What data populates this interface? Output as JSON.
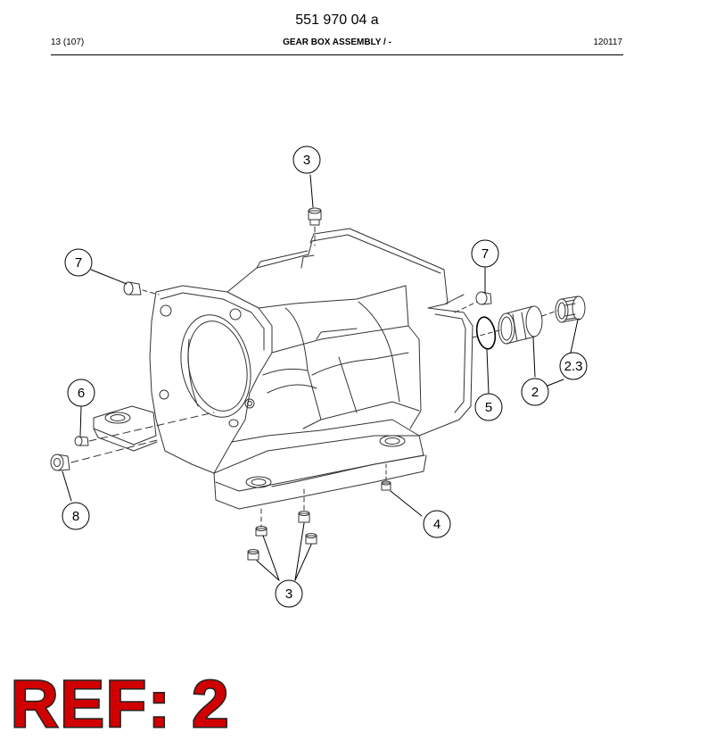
{
  "header": {
    "doc_number": "551 970 04 a",
    "page_count": "13 (107)",
    "section_title": "GEAR BOX ASSEMBLY / -",
    "date_code": "120117"
  },
  "callouts": [
    {
      "id": "3-top",
      "label": "3"
    },
    {
      "id": "7-left",
      "label": "7"
    },
    {
      "id": "7-right",
      "label": "7"
    },
    {
      "id": "2-3",
      "label": "2.3"
    },
    {
      "id": "6",
      "label": "6"
    },
    {
      "id": "2",
      "label": "2"
    },
    {
      "id": "5",
      "label": "5"
    },
    {
      "id": "8",
      "label": "8"
    },
    {
      "id": "4",
      "label": "4"
    },
    {
      "id": "3-bottom",
      "label": "3"
    }
  ],
  "stamp": {
    "text": "REF: 2",
    "color": "#d10000"
  }
}
